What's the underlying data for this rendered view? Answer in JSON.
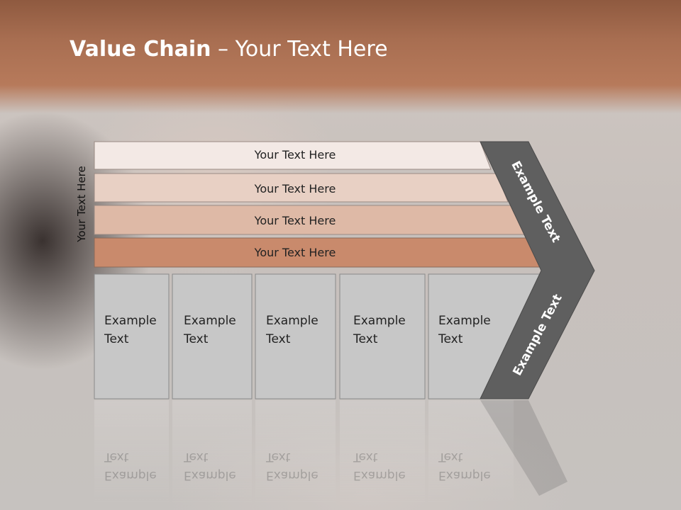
{
  "slide": {
    "title_bold": "Value Chain",
    "title_rest": " – Your Text Here",
    "side_label": "Your Text Here"
  },
  "rows": [
    {
      "label": "Your Text Here",
      "color": "#f3e9e5"
    },
    {
      "label": "Your Text Here",
      "color": "#e8d0c4"
    },
    {
      "label": "Your Text Here",
      "color": "#deb9a6"
    },
    {
      "label": "Your Text Here",
      "color": "#c98a6c"
    }
  ],
  "cells": [
    {
      "line1": "Example",
      "line2": "Text"
    },
    {
      "line1": "Example",
      "line2": "Text"
    },
    {
      "line1": "Example",
      "line2": "Text"
    },
    {
      "line1": "Example",
      "line2": "Text"
    },
    {
      "line1": "Example",
      "line2": "Text"
    }
  ],
  "arrow": {
    "upper_label": "Example Text",
    "lower_label": "Example Text",
    "color": "#5f5f5f"
  },
  "colors": {
    "cell_fill": "#c7c7c7",
    "banner": "#a86e51"
  }
}
